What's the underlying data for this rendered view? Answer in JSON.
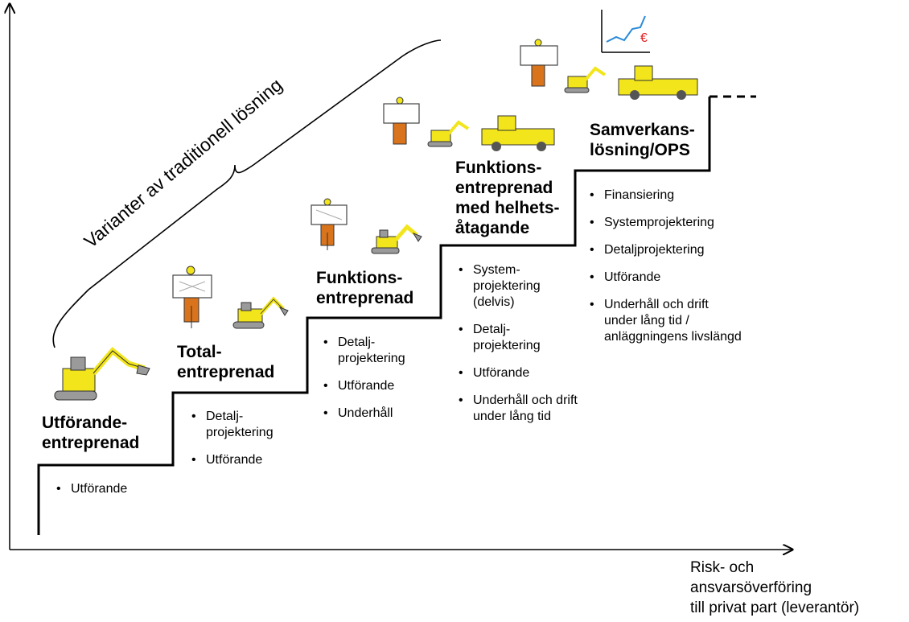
{
  "axis": {
    "x_label": "Risk- och\nansvarsöverföring\ntill privat part (leverantör)"
  },
  "brace_label": "Varianter av traditionell lösning",
  "steps": [
    {
      "title": "Utförande-\nentreprenad",
      "items": [
        "Utförande"
      ],
      "illustration": "excavator"
    },
    {
      "title": "Total-\nentreprenad",
      "items": [
        "Detalj-\nprojektering",
        "Utförande"
      ],
      "illustration": "designer-with-excavator"
    },
    {
      "title": "Funktions-\nentreprenad",
      "items": [
        "Detalj-\nprojektering",
        "Utförande",
        "Underhåll"
      ],
      "illustration": "designer-with-excavator"
    },
    {
      "title": "Funktions-\nentreprenad\nmed helhets-\nåtagande",
      "items": [
        "System-\nprojektering\n(delvis)",
        "Detalj-\nprojektering",
        "Utförande",
        "Underhåll och drift\nunder lång tid"
      ],
      "illustration": "designer-with-excavator-and-loader"
    },
    {
      "title": "Samverkans-\nlösning/OPS",
      "items": [
        "Finansiering",
        "Systemprojektering",
        "Detaljprojektering",
        "Utförande",
        "Underhåll och drift\nunder lång tid /\nanläggningens livslängd"
      ],
      "illustration": "designer-with-machines-and-finance-chart"
    }
  ],
  "finance_chart_symbol": "€",
  "colors": {
    "machine_yellow": "#f2e51b",
    "worker_orange": "#d9731c",
    "machine_gray": "#9a9a9a",
    "line": "#000000",
    "chart_line": "#2a8ad8",
    "euro_red": "#e02020"
  }
}
